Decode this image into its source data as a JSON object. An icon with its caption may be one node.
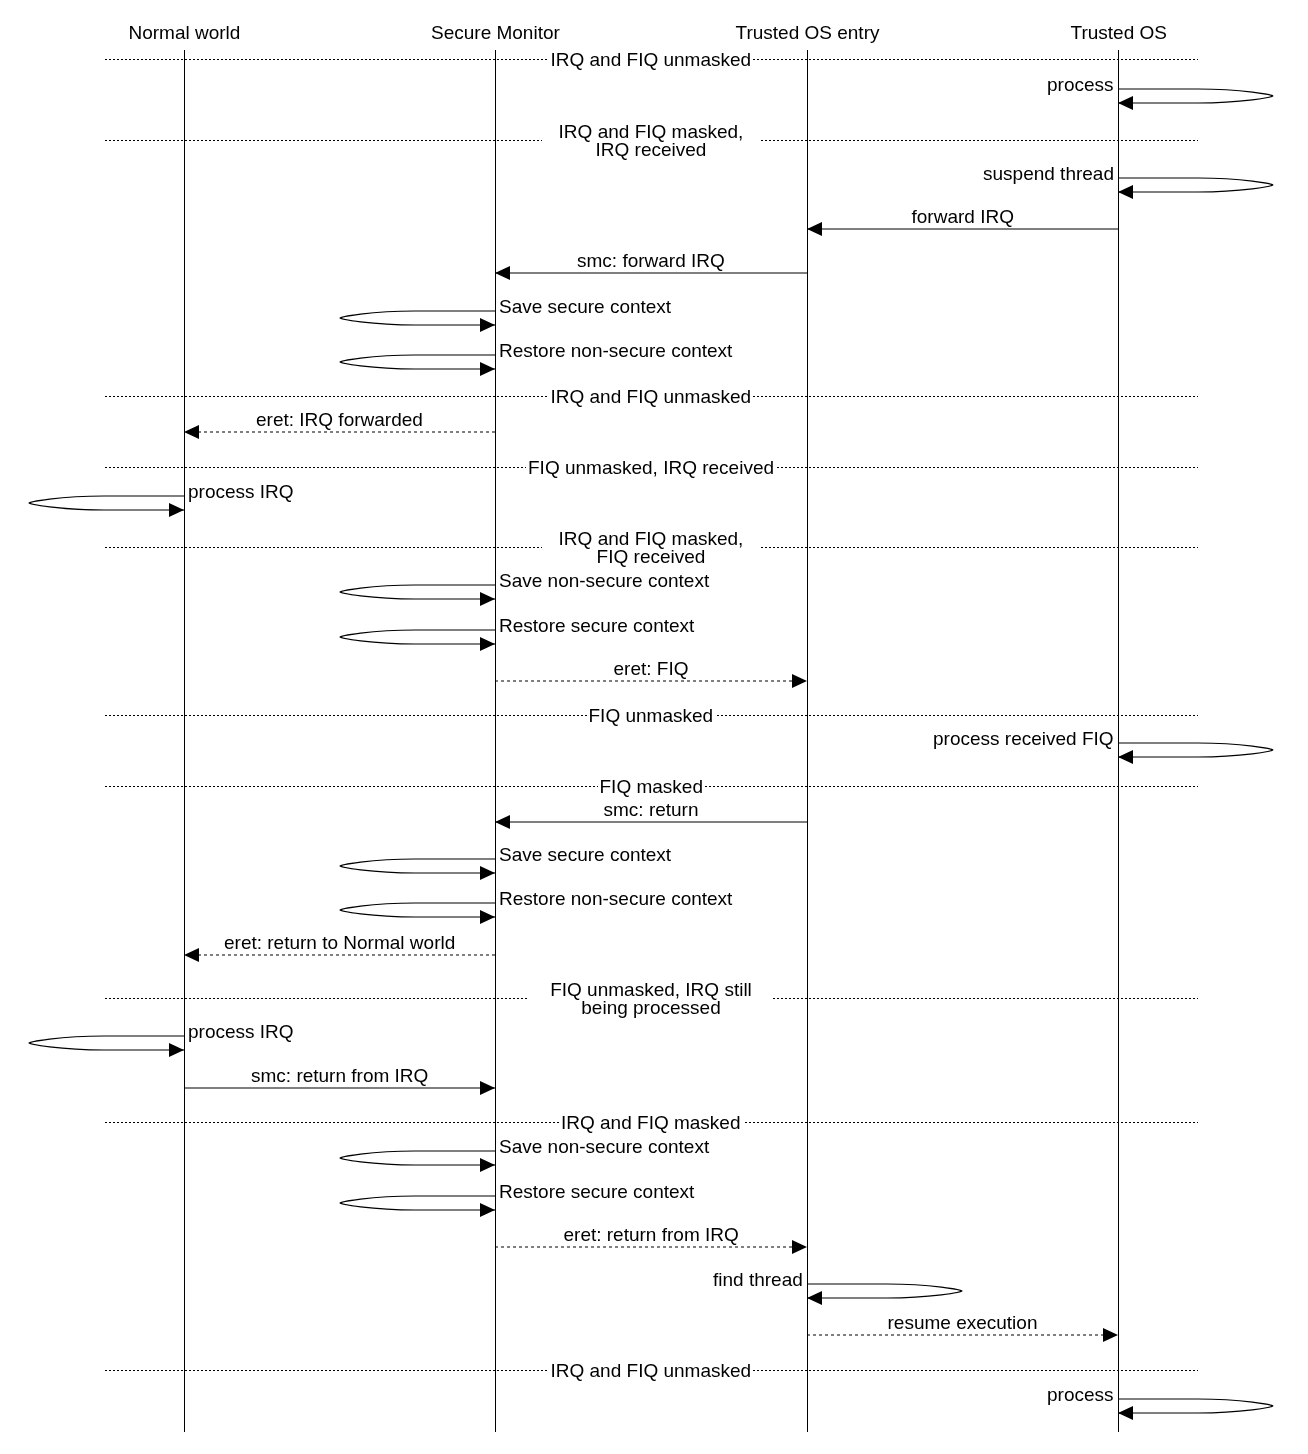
{
  "diagram": {
    "nodes": [
      {
        "text": [
          "Normal world"
        ]
      },
      {
        "text": [
          "Secure Monitor"
        ]
      },
      {
        "text": [
          "Trusted OS entry"
        ]
      },
      {
        "text": [
          "Trusted OS"
        ]
      }
    ],
    "edges": [
      {
        "from": 3,
        "to": 3,
        "arrow": "to",
        "label": "process"
      },
      {
        "from": 3,
        "to": 3,
        "arrow": "to",
        "label": "suspend thread"
      },
      {
        "from": 3,
        "to": 2,
        "arrow": "to",
        "label": "forward IRQ"
      },
      {
        "from": 2,
        "to": 1,
        "arrow": "to",
        "label": "smc: forward IRQ"
      },
      {
        "from": 1,
        "to": 1,
        "arrow": "to",
        "label": "Save secure context"
      },
      {
        "from": 1,
        "to": 1,
        "arrow": "to",
        "label": "Restore non-secure context"
      },
      {
        "from": 1,
        "to": 0,
        "arrow": "to",
        "label": "eret: IRQ forwarded",
        "style": "dashed"
      },
      {
        "from": 0,
        "to": 0,
        "arrow": "to",
        "label": "process IRQ"
      },
      {
        "from": 1,
        "to": 1,
        "arrow": "to",
        "label": "Save non-secure context"
      },
      {
        "from": 1,
        "to": 1,
        "arrow": "to",
        "label": "Restore secure context"
      },
      {
        "from": 1,
        "to": 2,
        "arrow": "to",
        "label": "eret: FIQ",
        "style": "dashed"
      },
      {
        "from": 3,
        "to": 3,
        "arrow": "to",
        "label": "process received FIQ"
      },
      {
        "from": 2,
        "to": 1,
        "arrow": "to",
        "label": "smc: return"
      },
      {
        "from": 1,
        "to": 1,
        "arrow": "to",
        "label": "Save secure context"
      },
      {
        "from": 1,
        "to": 1,
        "arrow": "to",
        "label": "Restore non-secure context"
      },
      {
        "from": 1,
        "to": 0,
        "arrow": "to",
        "label": "eret: return to Normal world",
        "style": "dashed"
      },
      {
        "from": 0,
        "to": 0,
        "arrow": "to",
        "label": "process IRQ"
      },
      {
        "from": 0,
        "to": 1,
        "arrow": "to",
        "label": "smc: return from IRQ"
      },
      {
        "from": 1,
        "to": 1,
        "arrow": "to",
        "label": "Save non-secure context"
      },
      {
        "from": 1,
        "to": 1,
        "arrow": "to",
        "label": "Restore secure context"
      },
      {
        "from": 1,
        "to": 2,
        "arrow": "to",
        "label": "eret: return from IRQ",
        "style": "dashed"
      },
      {
        "from": 2,
        "to": 2,
        "arrow": "to",
        "label": "find thread"
      },
      {
        "from": 2,
        "to": 3,
        "arrow": "to",
        "label": "resume execution",
        "style": "dashed"
      },
      {
        "from": 3,
        "to": 3,
        "arrow": "to",
        "label": "process"
      }
    ],
    "labels": [
      "IRQ and FIQ unmasked",
      "IRQ and FIQ masked, IRQ received",
      "IRQ and FIQ unmasked",
      "FIQ unmasked, IRQ received",
      "IRQ and FIQ masked, FIQ received",
      "FIQ unmasked",
      "FIQ masked",
      "FIQ unmasked, IRQ still being processed",
      "IRQ and FIQ masked",
      "IRQ and FIQ unmasked"
    ]
  }
}
